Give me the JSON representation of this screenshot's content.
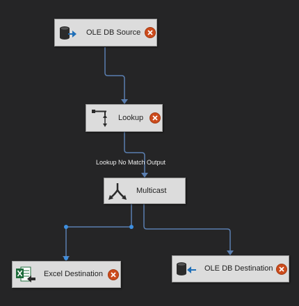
{
  "nodes": {
    "ole_db_source": {
      "label": "OLE DB Source",
      "icon": "database-source-icon",
      "status_icon": "error-icon"
    },
    "lookup": {
      "label": "Lookup",
      "icon": "lookup-icon",
      "status_icon": "error-icon"
    },
    "multicast": {
      "label": "Multicast",
      "icon": "multicast-icon"
    },
    "excel_destination": {
      "label": "Excel Destination",
      "icon": "excel-icon",
      "status_icon": "error-icon"
    },
    "ole_db_destination": {
      "label": "OLE DB Destination",
      "icon": "database-destination-icon",
      "status_icon": "error-icon"
    }
  },
  "paths": {
    "lookup_to_multicast_label": "Lookup No Match Output"
  },
  "colors": {
    "canvas_background": "#252526",
    "node_fill": "#dcdcdc",
    "connector": "#5b7fb0",
    "error_badge": "#cc4b1c"
  }
}
